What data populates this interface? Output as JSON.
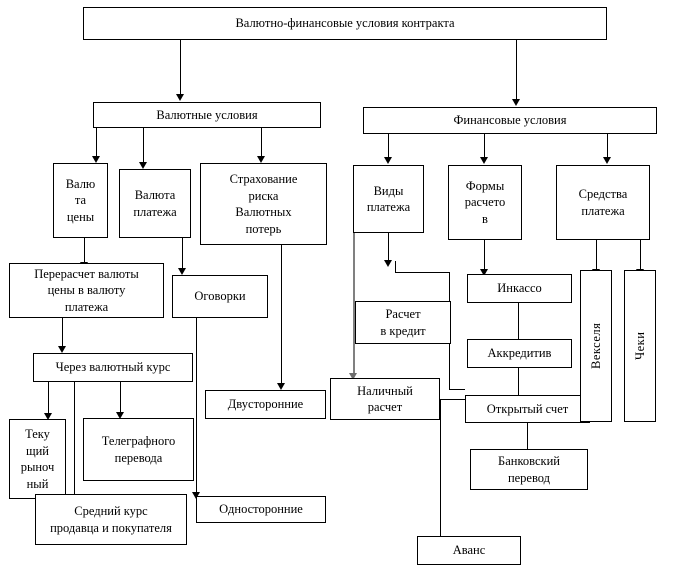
{
  "diagram": {
    "title": "Валютно-финансовые условия контракта",
    "language": "ru",
    "nodes": {
      "root": "Валютно-финансовые условия контракта",
      "currency_conditions": "Валютные условия",
      "financial_conditions": "Финансовые условия",
      "price_currency": "Валю\nта\nцены",
      "payment_currency": "Валюта\nплатежа",
      "risk_insurance": "Страхование\nриска\nВалютных\nпотерь",
      "recalculation": "Перерасчет валюты\nцены в валюту\nплатежа",
      "clauses": "Оговорки",
      "via_rate": "Через валютный курс",
      "current_market": "Теку\nщий\nрыноч\nный",
      "telegraph_transfer": "Телеграфного\nперевода",
      "average_rate": "Средний курс\nпродавца и покупателя",
      "bilateral": "Двусторонние",
      "unilateral": "Односторонние",
      "payment_types": "Виды\nплатежа",
      "settlement_forms": "Формы\nрасчето\nв",
      "payment_means": "Средства\nплатежа",
      "credit_settlement": "Расчет\nв кредит",
      "cash_settlement": "Наличный\nрасчет",
      "collection": "Инкассо",
      "letter_of_credit": "Аккредитив",
      "open_account": "Открытый счет",
      "bank_transfer": "Банковский\nперевод",
      "advance": "Аванс",
      "bills_of_exchange": "Векселя",
      "cheques": "Чеки"
    },
    "colors": {
      "line": "#000000",
      "line_secondary": "#808080",
      "box_fill": "#ffffff",
      "text": "#000000"
    }
  }
}
